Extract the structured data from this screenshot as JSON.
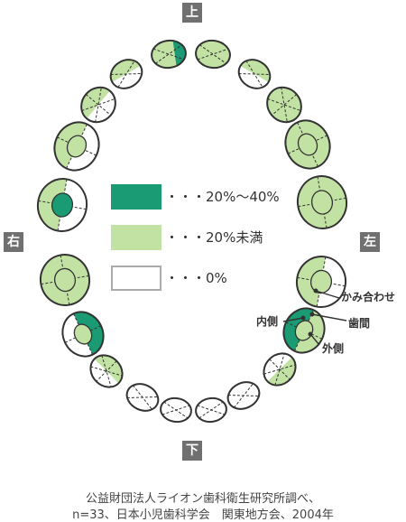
{
  "directions": {
    "top": "上",
    "bottom": "下",
    "left_side": "右",
    "right_side": "左"
  },
  "legend": [
    {
      "label": "・・・20%〜40%",
      "color": "#1a9b73"
    },
    {
      "label": "・・・20%未満",
      "color": "#c2e2a4"
    },
    {
      "label": "・・・0%",
      "color": "#ffffff"
    }
  ],
  "annotations": {
    "occlusal": "かみ合わせ",
    "interproximal": "歯間",
    "inner": "内側",
    "outer": "外側"
  },
  "source": {
    "line1": "公益財団法人ライオン歯科衛生研究所調べ、",
    "line2": "n=33、日本小児歯科学会　関東地方会、2004年"
  },
  "colors": {
    "dark": "#1a9b73",
    "light": "#c2e2a4",
    "none": "#ffffff",
    "outline": "#333333",
    "badge": "#707070"
  }
}
